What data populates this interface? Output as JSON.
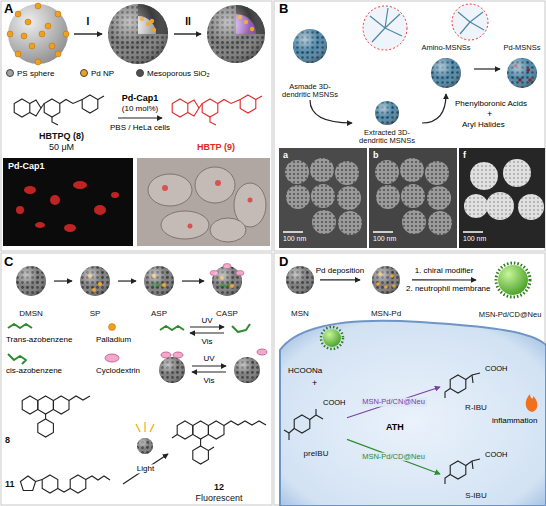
{
  "diagram": {
    "nodes": [
      {
        "text": [
          "HBTPQ (8)",
          "50 μM"
        ]
      },
      {
        "text": [
          "HBTP (9)"
        ]
      },
      {
        "text": [
          "Asmade 3D-dendritic MSNSs"
        ]
      },
      {
        "text": [
          "Extracted 3D-dendritic MSNSs"
        ]
      },
      {
        "text": [
          "Amino-MSNSs"
        ]
      },
      {
        "text": [
          "Pd-MSNSs"
        ]
      },
      {
        "text": [
          "DMSN"
        ]
      },
      {
        "text": [
          "SP"
        ]
      },
      {
        "text": [
          "ASP"
        ]
      },
      {
        "text": [
          "CASP"
        ]
      },
      {
        "text": [
          "8"
        ]
      },
      {
        "text": [
          "11"
        ]
      },
      {
        "text": [
          "12",
          "Fluorescent"
        ]
      },
      {
        "text": [
          "MSN"
        ]
      },
      {
        "text": [
          "MSN-Pd"
        ]
      },
      {
        "text": [
          "MSN-Pd/CD@Neu"
        ]
      },
      {
        "text": [
          "preIBU"
        ]
      },
      {
        "text": [
          "R-IBU"
        ]
      },
      {
        "text": [
          "S-IBU"
        ]
      }
    ],
    "edges": [
      {
        "from": 0,
        "to": 1,
        "label": "Pd-Cap1",
        "arrow": "to"
      },
      {
        "from": 2,
        "to": 3,
        "arrow": "to"
      },
      {
        "from": 3,
        "to": 4,
        "arrow": "to"
      },
      {
        "from": 4,
        "to": 5,
        "arrow": "to"
      },
      {
        "from": 6,
        "to": 7,
        "arrow": "to"
      },
      {
        "from": 7,
        "to": 8,
        "arrow": "to"
      },
      {
        "from": 8,
        "to": 9,
        "arrow": "to"
      },
      {
        "from": 11,
        "to": 12,
        "label": "Light",
        "arrow": "to"
      },
      {
        "from": 13,
        "to": 14,
        "label": "Pd deposition",
        "arrow": "to"
      },
      {
        "from": 14,
        "to": 15,
        "label": "1. chiral modifier",
        "arrow": "to"
      },
      {
        "from": 16,
        "to": 17,
        "label": "MSN-Pd/CN@Neu",
        "arrow": "to"
      },
      {
        "from": 16,
        "to": 18,
        "label": "MSN-Pd/CD@Neu",
        "arrow": "to"
      }
    ],
    "labels": [
      "A",
      "I",
      "II",
      "(10 mol%)",
      "PBS / HeLa cells",
      "Pd-Cap1",
      "B",
      "Phenylboronic Acids",
      "+",
      "Aryl Halides",
      "a",
      "100 nm",
      "b",
      "100 nm",
      "f",
      "100 nm",
      "C",
      "Trans-azobenzene",
      "Palladium",
      "UV",
      "Vis",
      "cis-azobenzene",
      "Cyclodextrin",
      "UV",
      "Vis",
      "D",
      "2. neutrophil membrane",
      "HCOONa",
      "+",
      "COOH",
      "ATH",
      "COOH",
      "inflammation",
      "COOH"
    ],
    "legend": [
      {
        "text": "PS sphere",
        "color": "#a0a0a0"
      },
      {
        "text": "Pd NP",
        "color": "#f0a020"
      },
      {
        "text": "Mesoporous SiO₂",
        "color": "#505050"
      }
    ]
  }
}
